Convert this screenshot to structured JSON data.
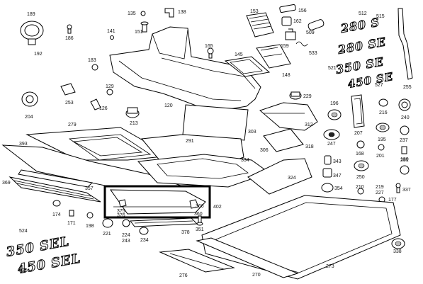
{
  "part_numbers": {
    "p189": "189",
    "p192": "192",
    "p186": "186",
    "p135": "135",
    "p138": "138",
    "p141": "141",
    "p151": "151",
    "p153": "153",
    "p156": "156",
    "p162": "162",
    "p509": "509",
    "p512": "512",
    "p515": "515",
    "p183": "183",
    "p165": "165",
    "p145": "145",
    "p533": "533",
    "p159": "159",
    "p148": "148",
    "p521": "521",
    "p527": "527",
    "p255": "255",
    "p253": "253",
    "p129": "129",
    "p126": "126",
    "p229": "229",
    "p204": "204",
    "p120": "120",
    "p213": "213",
    "p196": "196",
    "p216": "216",
    "p240": "240",
    "p279": "279",
    "p312": "312",
    "p303": "303",
    "p207": "207",
    "p247": "247",
    "p195": "195",
    "p237": "237",
    "p291": "291",
    "p318": "318",
    "p393": "393",
    "p306": "306",
    "p334": "334",
    "p168": "168",
    "p201": "201",
    "p180": "180",
    "p231": "231",
    "p343": "343",
    "p347": "347",
    "p250": "250",
    "p324": "324",
    "p369": "369",
    "p357": "357",
    "p354": "354",
    "p210": "210",
    "p227": "227",
    "p337": "337",
    "p177": "177",
    "p366": "366",
    "p375": "375",
    "p376": "376",
    "p360": "360",
    "p402": "402",
    "p174": "174",
    "p171": "171",
    "p198": "198",
    "p221": "221",
    "p224": "224",
    "p243": "243",
    "p234": "234",
    "p378": "378",
    "p351": "351",
    "p524": "524",
    "p530": "530",
    "p338": "338",
    "p273": "273",
    "p276": "276",
    "p270": "270"
  },
  "emblems": {
    "e280": "280 S",
    "e280b": "280 SE",
    "e350": "350 SE",
    "e450": "450 SE",
    "e350sel": "350 SEL",
    "e450sel": "450 SEL"
  },
  "colors": {
    "ink": "#000000",
    "paper": "#ffffff",
    "highlight_box": "#000000"
  }
}
